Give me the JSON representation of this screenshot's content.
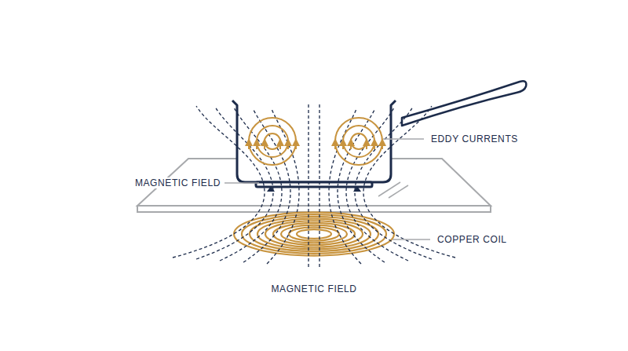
{
  "diagram": {
    "labels": [
      "EDDY CURRENTS",
      "MAGNETIC FIELD",
      "COPPER COIL",
      "MAGNETIC FIELD"
    ]
  }
}
